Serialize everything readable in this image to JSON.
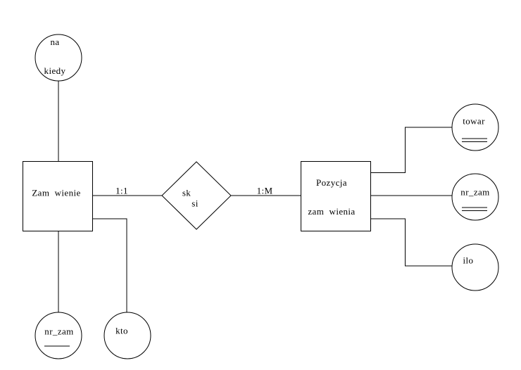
{
  "diagram": {
    "type": "entity-relationship",
    "colors": {
      "background": "#ffffff",
      "stroke": "#000000",
      "text": "#000000"
    },
    "entities": {
      "order": {
        "label": "Zam  wienie"
      },
      "order_item": {
        "line1": "Pozycja",
        "line2": "zam  wienia"
      }
    },
    "relationship": {
      "line1": "sk",
      "line2": "si",
      "left_cardinality": "1:1",
      "right_cardinality": "1:M"
    },
    "attributes": {
      "na_kiedy": {
        "line1": "na",
        "line2": "kiedy",
        "key_style": "none"
      },
      "nr_zam_left": {
        "label": "nr_zam",
        "key_style": "single-underline"
      },
      "kto": {
        "label": "kto",
        "key_style": "none"
      },
      "towar": {
        "label": "towar",
        "key_style": "double-underline"
      },
      "nr_zam_right": {
        "label": "nr_zam",
        "key_style": "double-underline"
      },
      "ilo": {
        "label": "ilo",
        "key_style": "none"
      }
    }
  }
}
